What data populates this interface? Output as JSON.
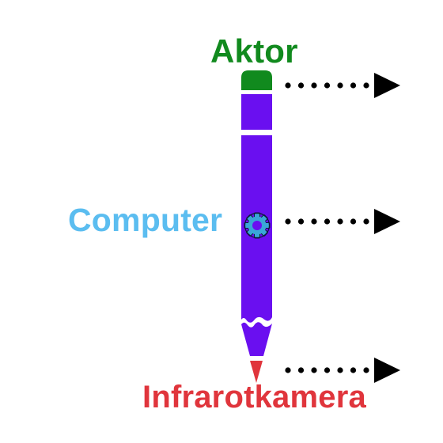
{
  "labels": {
    "aktor": "Aktor",
    "computer": "Computer",
    "infrarotkamera": "Infrarotkamera"
  },
  "colors": {
    "aktor": "#118a1e",
    "computer": "#5bbdf0",
    "infrarotkamera": "#e0353c",
    "pencil_body": "#6a0ff0",
    "pencil_cap": "#118a1e",
    "pencil_tip": "#e0353c",
    "gear": "#3aa6d8",
    "arrow": "#000000"
  },
  "icons": {
    "gear": "gear-icon",
    "arrow": "dotted-arrow-right"
  }
}
